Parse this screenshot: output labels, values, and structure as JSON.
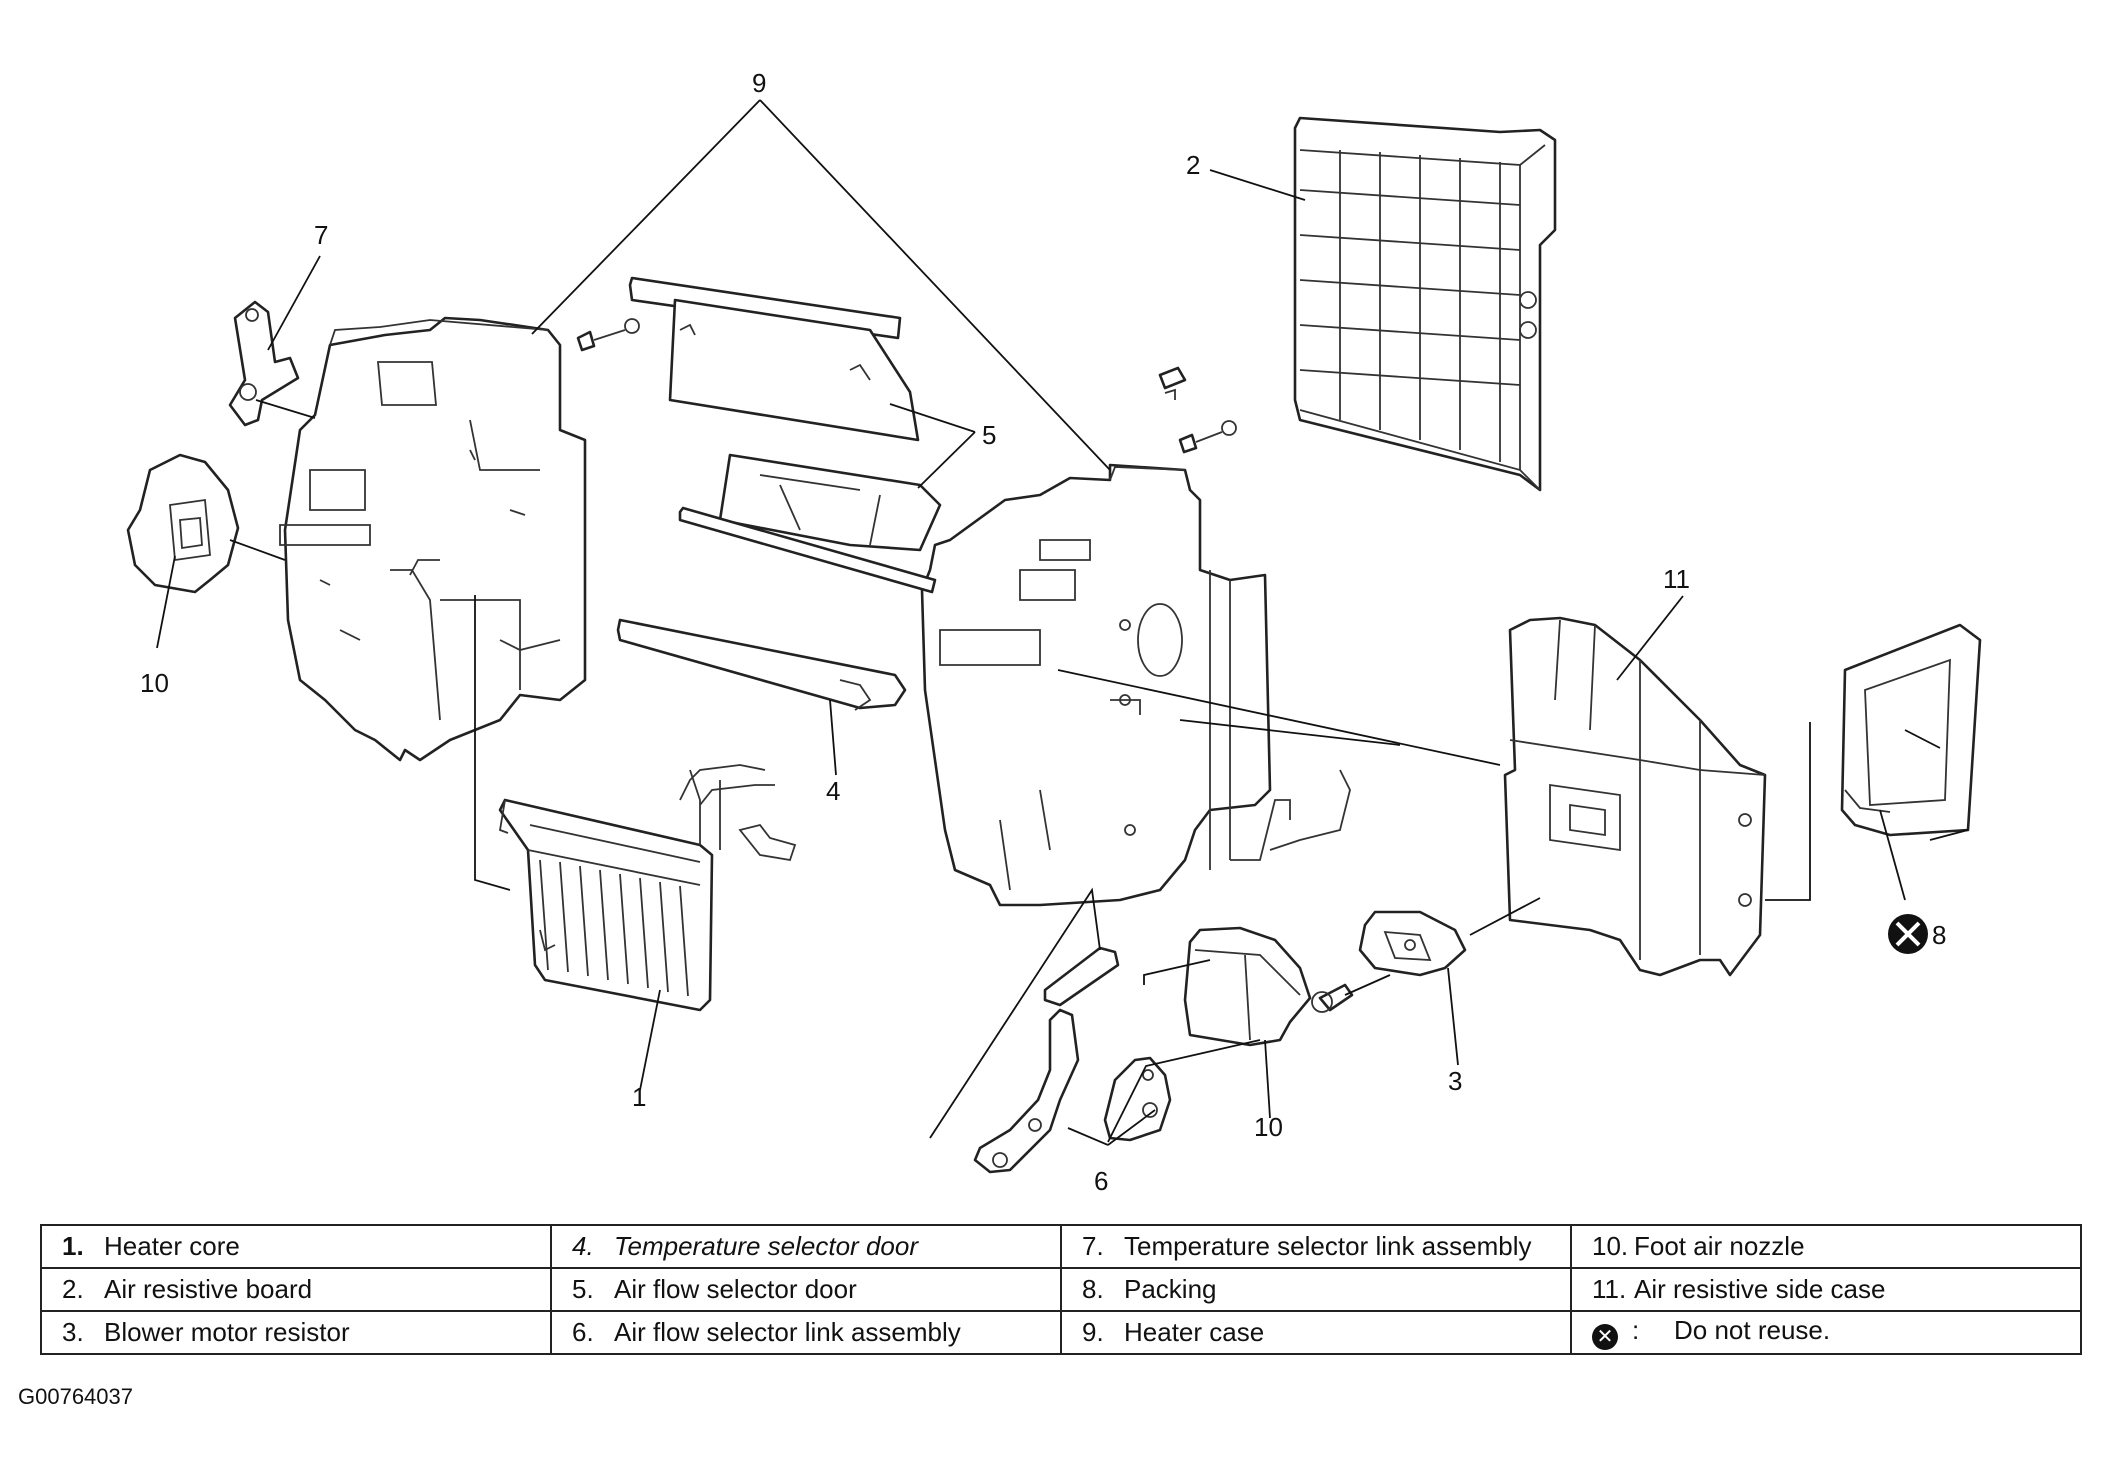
{
  "callouts": {
    "c9": "9",
    "c2": "2",
    "c7": "7",
    "c5": "5",
    "c10a": "10",
    "c11": "11",
    "c4": "4",
    "c8": "8",
    "c1": "1",
    "c3": "3",
    "c10b": "10",
    "c6": "6"
  },
  "legend": [
    [
      {
        "num": "1.",
        "label": "Heater core"
      },
      {
        "num": "4.",
        "label": "Temperature selector door"
      },
      {
        "num": "7.",
        "label": "Temperature selector link assembly"
      },
      {
        "num": "10.",
        "label": "Foot air nozzle"
      }
    ],
    [
      {
        "num": "2.",
        "label": "Air resistive board"
      },
      {
        "num": "5.",
        "label": "Air flow selector door"
      },
      {
        "num": "8.",
        "label": "Packing"
      },
      {
        "num": "11.",
        "label": "Air resistive side case"
      }
    ],
    [
      {
        "num": "3.",
        "label": "Blower motor resistor"
      },
      {
        "num": "6.",
        "label": "Air flow selector link assembly"
      },
      {
        "num": "9.",
        "label": "Heater case"
      },
      {
        "num": ":",
        "label": "Do not reuse."
      }
    ]
  ],
  "figure_id": "G00764037"
}
